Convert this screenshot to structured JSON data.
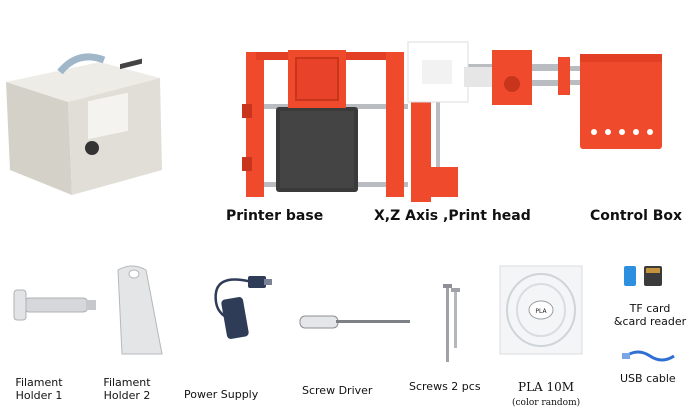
{
  "top_labels": {
    "printer_base": "Printer base",
    "xz_axis": "X,Z Axis ,Print head",
    "control_box": "Control Box"
  },
  "parts": {
    "filament_holder_1": [
      "Filament",
      "Holder 1"
    ],
    "filament_holder_2": [
      "Filament",
      "Holder 2"
    ],
    "power_supply": "Power Supply",
    "screw_driver": "Screw Driver",
    "screws": "Screws 2 pcs",
    "pla": "PLA  10M",
    "pla_note": "(color random)",
    "tf_card": [
      "TF card",
      "&card reader"
    ],
    "usb_cable": "USB cable",
    "spool_label": "PLA"
  },
  "colors": {
    "printer_red": "#f04a2c",
    "dark_red": "#c9341c",
    "bed": "#3a3a3a",
    "rail": "#b9bdc2",
    "box": "#d9d6cf"
  }
}
